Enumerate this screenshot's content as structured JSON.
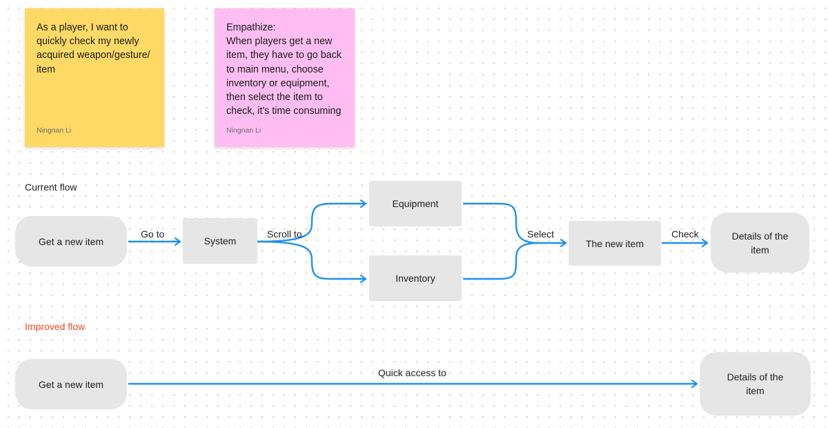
{
  "sticky_notes": {
    "user_story": {
      "text": "As a player, I want to\nquickly check my newly\nacquired weapon/gesture/\nitem",
      "author": "Ningnan Li",
      "color": "#ffd966"
    },
    "empathize": {
      "text": "Empathize:\nWhen players get a new\nitem, they have to go back\nto main menu, choose\ninventory or equipment,\nthen select the item to\ncheck, it's time consuming",
      "author": "Ningnan Li",
      "color": "#ffbdf2"
    }
  },
  "current_flow": {
    "label": "Current flow",
    "nodes": {
      "start": "Get a new item",
      "system": "System",
      "equipment": "Equipment",
      "inventory": "Inventory",
      "new_item": "The new item",
      "details": "Details of the item"
    },
    "edges": {
      "go_to": "Go to",
      "scroll_to": "Scroll to",
      "select": "Select",
      "check": "Check"
    }
  },
  "improved_flow": {
    "label": "Improved flow",
    "label_color": "#f24822",
    "nodes": {
      "start": "Get a new item",
      "details": "Details of the item"
    },
    "edges": {
      "quick_access": "Quick access to"
    }
  },
  "colors": {
    "connector": "#1e90f0",
    "node_fill": "#e6e6e6"
  }
}
